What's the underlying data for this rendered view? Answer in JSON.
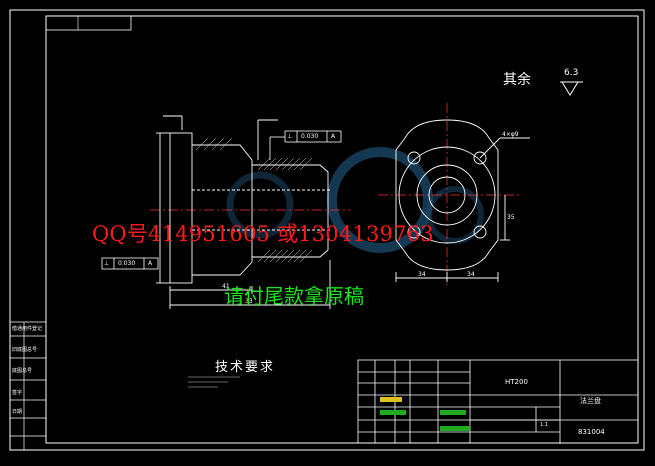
{
  "watermark_red": "QQ号414951605  或1304139763",
  "watermark_green": "请付尾款拿原稿",
  "tech_requirements_title": "技术要求",
  "surface_note": {
    "label": "其余",
    "value": "6.3"
  },
  "tolerance_frames": [
    {
      "symbol": "⊥",
      "value": "0.030",
      "datum": "A"
    },
    {
      "symbol": "⊥",
      "value": "0.030",
      "datum": "A"
    }
  ],
  "dimensions": {
    "bottom_41": "41",
    "bottom_33": "33",
    "right_34a": "34",
    "right_34b": "34",
    "right_35": "35",
    "holes": "4×φ9"
  },
  "title_block": {
    "material": "HT200",
    "part_name": "法兰盘",
    "drawing_no": "831004",
    "scale": "1:1"
  },
  "side_labels": [
    "借通用件登记",
    "旧底图总号",
    "底图总号",
    "签字",
    "日期"
  ]
}
